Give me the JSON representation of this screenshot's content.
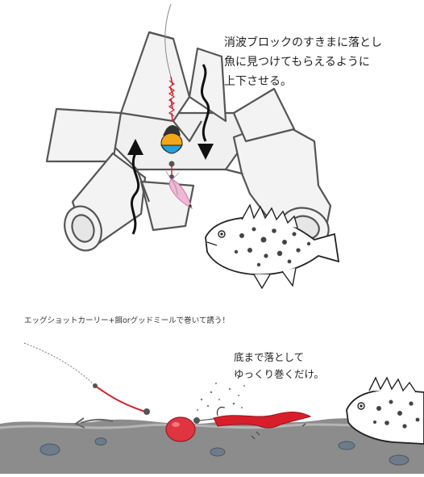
{
  "top_caption": {
    "lines": [
      "消波ブロックのすきまに落とし",
      "魚に見つけてもらえるように",
      "上下させる。"
    ]
  },
  "middle_caption": "エッグショットカーリー+餌orグッドミールで巻いて誘う！",
  "bottom_caption": {
    "lines": [
      "底まで落として",
      "ゆっくり巻くだけ。"
    ]
  },
  "colors": {
    "block_stroke": "#555555",
    "block_fill": "#f3f3f3",
    "arrow": "#111111",
    "sinker_orange": "#f2a71a",
    "sinker_blue": "#2a9fd8",
    "shrimp": "#f2b7d6",
    "line_red": "#d4232f",
    "egg_red": "#e03540",
    "worm_red": "#d81e2b",
    "seabed": "#8a8a8a"
  },
  "icons": {
    "top_fish": "rockfish-icon",
    "bottom_fish": "rockfish-icon",
    "shrimp": "shrimp-bait-icon",
    "sinker": "egg-sinker-icon",
    "worm": "curly-tail-worm-icon"
  }
}
